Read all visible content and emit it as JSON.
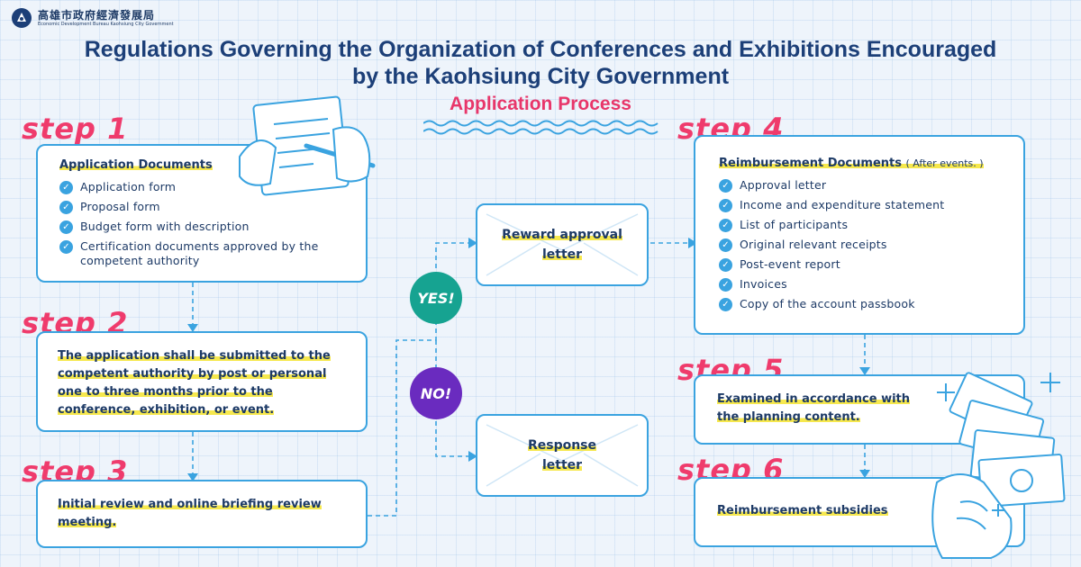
{
  "header": {
    "logo_zh": "高雄市政府經濟發展局",
    "logo_en": "Economic Development Bureau Kaohsiung City Government",
    "title_line1": "Regulations Governing the Organization of Conferences and Exhibitions Encouraged",
    "title_line2": "by the Kaohsiung City Government",
    "subtitle": "Application Process"
  },
  "steps": {
    "s1": "step 1",
    "s2": "step 2",
    "s3": "step 3",
    "s4": "step 4",
    "s5": "step 5",
    "s6": "step 6"
  },
  "step1": {
    "heading": "Application Documents",
    "items": [
      "Application form",
      "Proposal form",
      "Budget form with description",
      "Certification documents approved by the competent authority"
    ]
  },
  "step2": {
    "lines": [
      "The application shall be submitted to the",
      "competent authority by post or personal",
      "one to three months prior to the",
      "conference, exhibition, or event."
    ]
  },
  "step3": {
    "lines": [
      "Initial review and online briefing review",
      "meeting."
    ]
  },
  "decision": {
    "yes": "YES!",
    "no": "NO!",
    "approval_lines": [
      "Reward approval",
      "letter"
    ],
    "response_lines": [
      "Response",
      "letter"
    ]
  },
  "step4": {
    "heading": "Reimbursement Documents",
    "heading_note": "( After events. )",
    "items": [
      "Approval letter",
      "Income and expenditure statement",
      "List of participants",
      "Original relevant receipts",
      "Post-event report",
      "Invoices",
      "Copy of the account passbook"
    ]
  },
  "step5": {
    "lines": [
      "Examined in accordance with",
      "the planning content."
    ]
  },
  "step6": {
    "text": "Reimbursement subsidies"
  },
  "colors": {
    "accent": "#3aa3e0",
    "step": "#ef3b6c",
    "yes": "#16a391",
    "no": "#6a2bbf",
    "highlight": "#f6e84e",
    "navy": "#1c3f78"
  }
}
